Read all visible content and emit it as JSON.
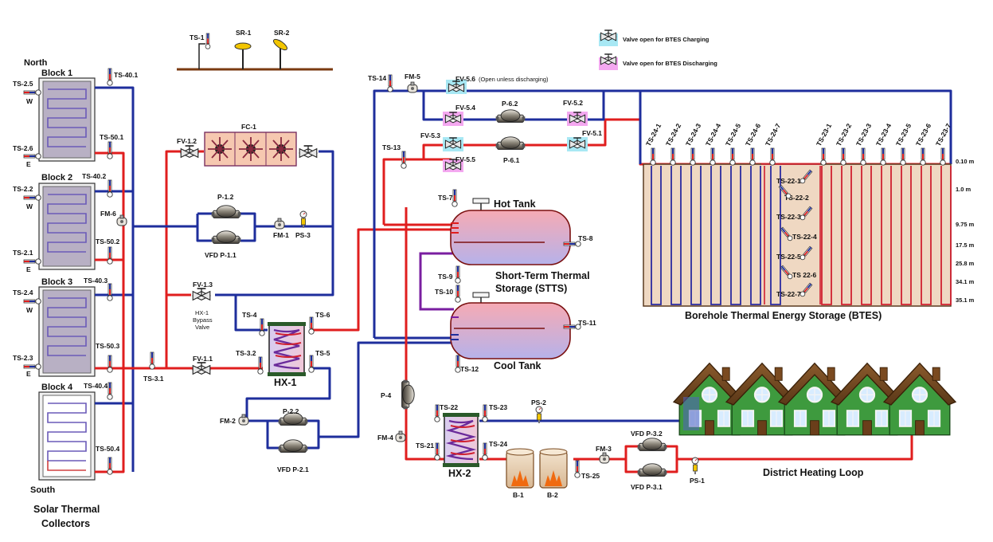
{
  "legend": {
    "charging": "Valve open for BTES Charging",
    "discharging": "Valve open for BTES Discharging"
  },
  "weather": {
    "ts1": "TS-1",
    "sr1": "SR-1",
    "sr2": "SR-2"
  },
  "solar": {
    "north": "North",
    "south": "South",
    "title_line1": "Solar Thermal",
    "title_line2": "Collectors",
    "blocks": [
      "Block 1",
      "Block 2",
      "Block 3",
      "Block 4"
    ],
    "west_sensors": [
      "TS-2.5",
      "TS-2.2",
      "TS-2.4"
    ],
    "east_sensors": [
      "TS-2.6",
      "TS-2.1",
      "TS-2.3"
    ],
    "w": "W",
    "e": "E",
    "ts40": [
      "TS-40.1",
      "TS-40.2",
      "TS-40.3",
      "TS-40.4"
    ],
    "ts50": [
      "TS-50.1",
      "TS-50.2",
      "TS-50.3",
      "TS-50.4"
    ],
    "fm6": "FM-6",
    "ts31": "TS-3.1"
  },
  "collector_loop": {
    "fc1": "FC-1",
    "fv12": "FV-1.2",
    "p12": "P-1.2",
    "vfd_p11": "VFD P-1.1",
    "fm1": "FM-1",
    "ps3": "PS-3",
    "fv13": "FV-1.3",
    "bypass1": "HX-1",
    "bypass2": "Bypass",
    "bypass3": "Valve",
    "fv11": "FV-1.1",
    "ts4": "TS-4",
    "ts6": "TS-6",
    "ts32": "TS-3.2",
    "ts5": "TS-5",
    "hx1": "HX-1",
    "fm2": "FM-2",
    "p22": "P-2.2",
    "vfd_p21": "VFD P-2.1"
  },
  "storage": {
    "ts14": "TS-14",
    "fm5": "FM-5",
    "fv56": "FV-5.6",
    "fv56_note": "(Open unless discharging)",
    "fv54": "FV-5.4",
    "p62": "P-6.2",
    "fv52": "FV-5.2",
    "fv53": "FV-5.3",
    "p61": "P-6.1",
    "fv51": "FV-5.1",
    "ts13": "TS-13",
    "fv55": "FV-5.5",
    "ts7": "TS-7",
    "hot_tank": "Hot Tank",
    "ts8": "TS-8",
    "stts_line1": "Short-Term Thermal",
    "stts_line2": "Storage (STTS)",
    "ts9": "TS-9",
    "ts10": "TS-10",
    "ts11": "TS-11",
    "cool_tank": "Cool Tank",
    "ts12": "TS-12"
  },
  "btes": {
    "ts24": [
      "TS-24-1",
      "TS-24-2",
      "TS-24-3",
      "TS-24-4",
      "TS-24-5",
      "TS-24-6",
      "TS-24-7"
    ],
    "ts23": [
      "TS-23-1",
      "TS-23-2",
      "TS-23-3",
      "TS-23-4",
      "TS-23-5",
      "TS-23-6",
      "TS-23-7"
    ],
    "ts22": [
      "TS-22-1",
      "TS-22-2",
      "TS-22-3",
      "TS-22-4",
      "TS-22-5",
      "TS 22-6",
      "TS-22-7"
    ],
    "depths": [
      "0.10 m",
      "1.0 m",
      "9.75 m",
      "17.5 m",
      "25.8 m",
      "34.1 m",
      "35.1 m"
    ],
    "title": "Borehole Thermal Energy Storage (BTES)"
  },
  "district": {
    "p4": "P-4",
    "ts22": "TS-22",
    "ts23": "TS-23",
    "ps2": "PS-2",
    "fm4": "FM-4",
    "ts21": "TS-21",
    "ts24": "TS-24",
    "hx2": "HX-2",
    "b1": "B-1",
    "b2": "B-2",
    "ts25": "TS-25",
    "fm3": "FM-3",
    "vfd_p32": "VFD P-3.2",
    "vfd_p31": "VFD P-3.1",
    "ps1": "PS-1",
    "loop_title": "District Heating Loop"
  },
  "colors": {
    "hot_pipe": "#e01e1e",
    "cold_pipe": "#1e2e9c",
    "btes_ground": "#efd8c2",
    "tank_top": "#f5b0b8",
    "tank_bottom": "#b8b4e8"
  }
}
